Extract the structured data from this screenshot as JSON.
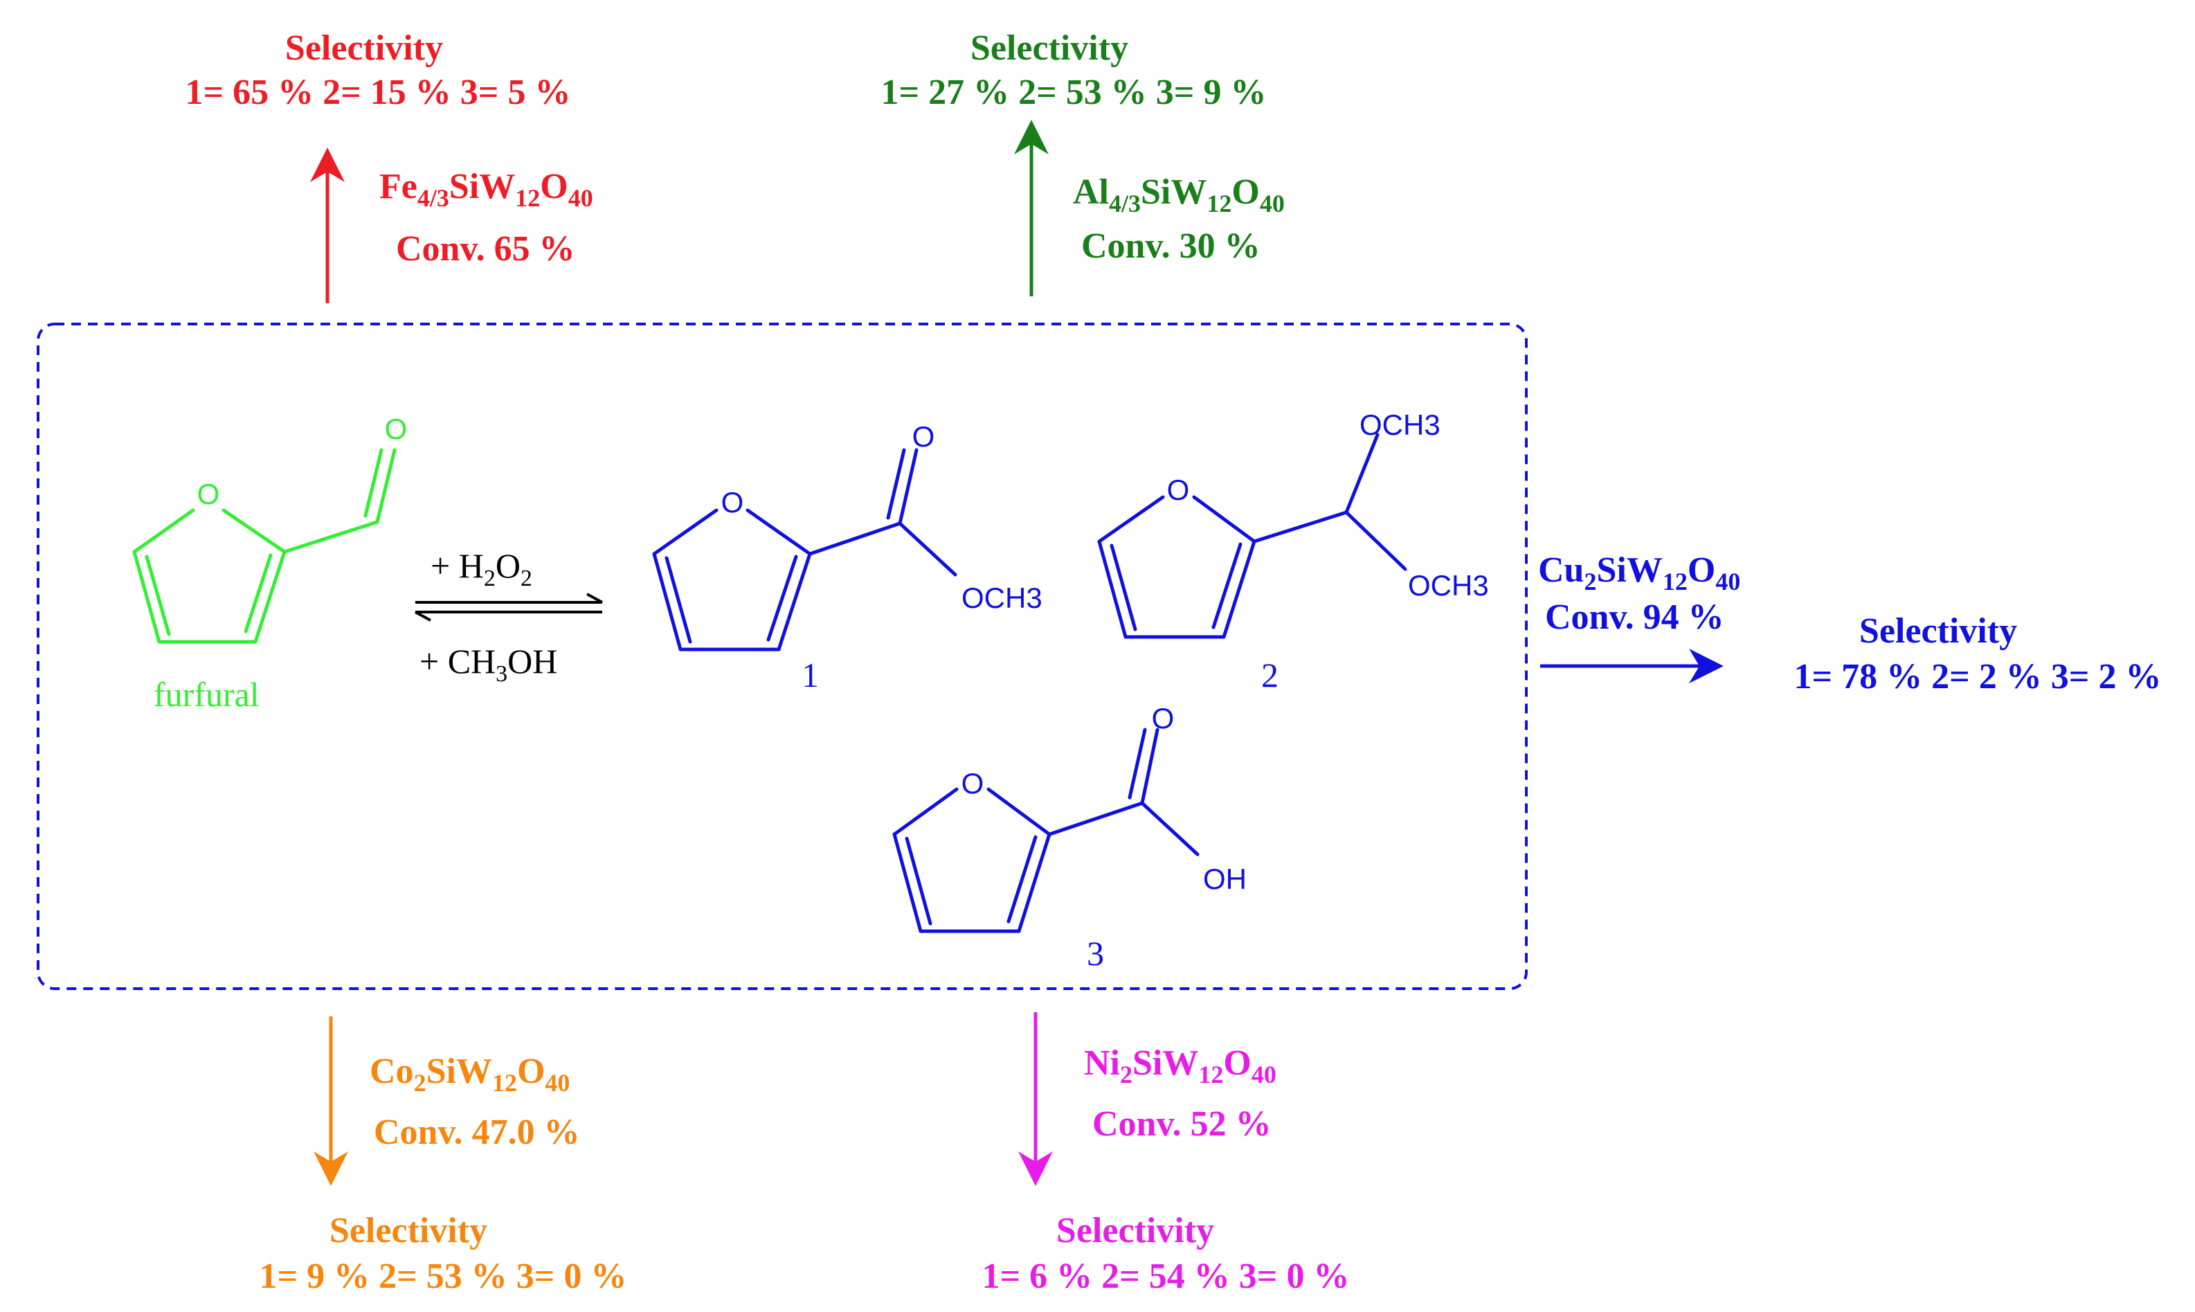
{
  "reagents": {
    "top": [
      "+ H",
      "2",
      "O",
      "2"
    ],
    "bottom": [
      "+  CH",
      "3",
      "OH"
    ]
  },
  "start": {
    "name": "furfural",
    "color": "#33ee33"
  },
  "products": [
    {
      "number": "1",
      "subs": {
        "carbonyl": "O",
        "ether": "OCH",
        "ether_sub": "3"
      }
    },
    {
      "number": "2",
      "subs": {
        "top": "OCH",
        "top_sub": "3",
        "bottom": "OCH",
        "bottom_sub": "3"
      }
    },
    {
      "number": "3",
      "subs": {
        "carbonyl": "O",
        "hydroxyl": "OH"
      }
    }
  ],
  "ring_oxygen": "O",
  "catalysts": [
    {
      "id": "fe",
      "color": "#ee1c25",
      "formula": [
        "Fe",
        "4/3",
        "SiW",
        "12",
        "O",
        "40"
      ],
      "conversion": "Conv. 65 %",
      "selectivity_title": "Selectivity",
      "selectivity": "1= 65 %  2= 15 %  3= 5 %"
    },
    {
      "id": "al",
      "color": "#1a7f1a",
      "formula": [
        "Al",
        "4/3",
        "SiW",
        "12",
        "O",
        "40"
      ],
      "conversion": "Conv. 30 %",
      "selectivity_title": "Selectivity",
      "selectivity": "1= 27 % 2= 53 % 3= 9 %"
    },
    {
      "id": "cu",
      "color": "#1010e0",
      "formula": [
        "Cu",
        "2",
        "SiW",
        "12",
        "O",
        "40"
      ],
      "conversion": "Conv. 94 %",
      "selectivity_title": "Selectivity",
      "selectivity": "1= 78 %  2= 2 %  3= 2 %"
    },
    {
      "id": "co",
      "color": "#f7860e",
      "formula": [
        "Co",
        "2",
        "SiW",
        "12",
        "O",
        "40"
      ],
      "conversion": "Conv. 47.0 %",
      "selectivity_title": "Selectivity",
      "selectivity": "1= 9 %  2= 53 % 3= 0 %"
    },
    {
      "id": "ni",
      "color": "#e81ce8",
      "formula": [
        "Ni",
        "2",
        "SiW",
        "12",
        "O",
        "40"
      ],
      "conversion": "Conv. 52 %",
      "selectivity_title": "Selectivity",
      "selectivity": "1= 6 %  2= 54 %  3= 0 %"
    }
  ]
}
